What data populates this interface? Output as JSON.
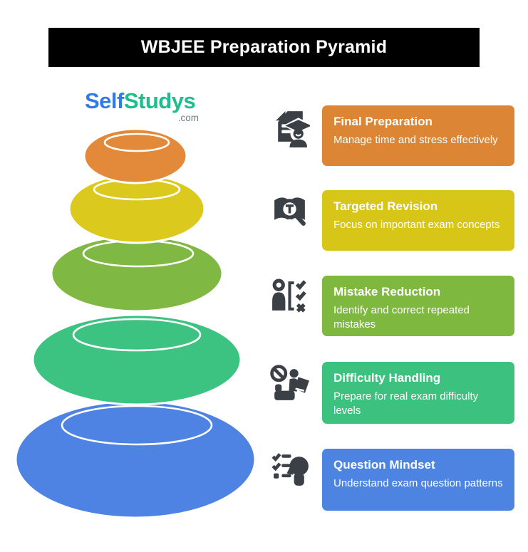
{
  "banner": {
    "title": "WBJEE Preparation Pyramid"
  },
  "logo": {
    "part1": "Self",
    "part2": "Studys",
    "suffix": ".com",
    "part1_color": "#2E7CE9",
    "part2_color": "#1CBE8C",
    "suffix_color": "#6F7C85"
  },
  "icon_color": "#3A4046",
  "levels": [
    {
      "title": "Final Preparation",
      "description": "Manage time and stress effectively",
      "color": "#DC8534",
      "icon": "graduate-document-icon"
    },
    {
      "title": "Targeted Revision",
      "description": "Focus on important exam concepts",
      "color": "#D7C517",
      "icon": "book-magnifier-icon"
    },
    {
      "title": "Mistake Reduction",
      "description": "Identify and correct repeated mistakes",
      "color": "#7FB83E",
      "icon": "person-checklist-icon"
    },
    {
      "title": "Difficulty Handling",
      "description": "Prepare for real exam difficulty levels",
      "color": "#3CC17E",
      "icon": "person-laptop-block-icon"
    },
    {
      "title": "Question Mindset",
      "description": "Understand exam question patterns",
      "color": "#4D84E2",
      "icon": "head-checklist-icon"
    }
  ],
  "pyramid": {
    "stones": [
      {
        "name": "question-mindset",
        "color": "#4E83E3"
      },
      {
        "name": "difficulty-handling",
        "color": "#3DC381"
      },
      {
        "name": "mistake-reduction",
        "color": "#7FB843"
      },
      {
        "name": "targeted-revision",
        "color": "#DCC91D"
      },
      {
        "name": "final-preparation",
        "color": "#E28A3A"
      }
    ]
  }
}
